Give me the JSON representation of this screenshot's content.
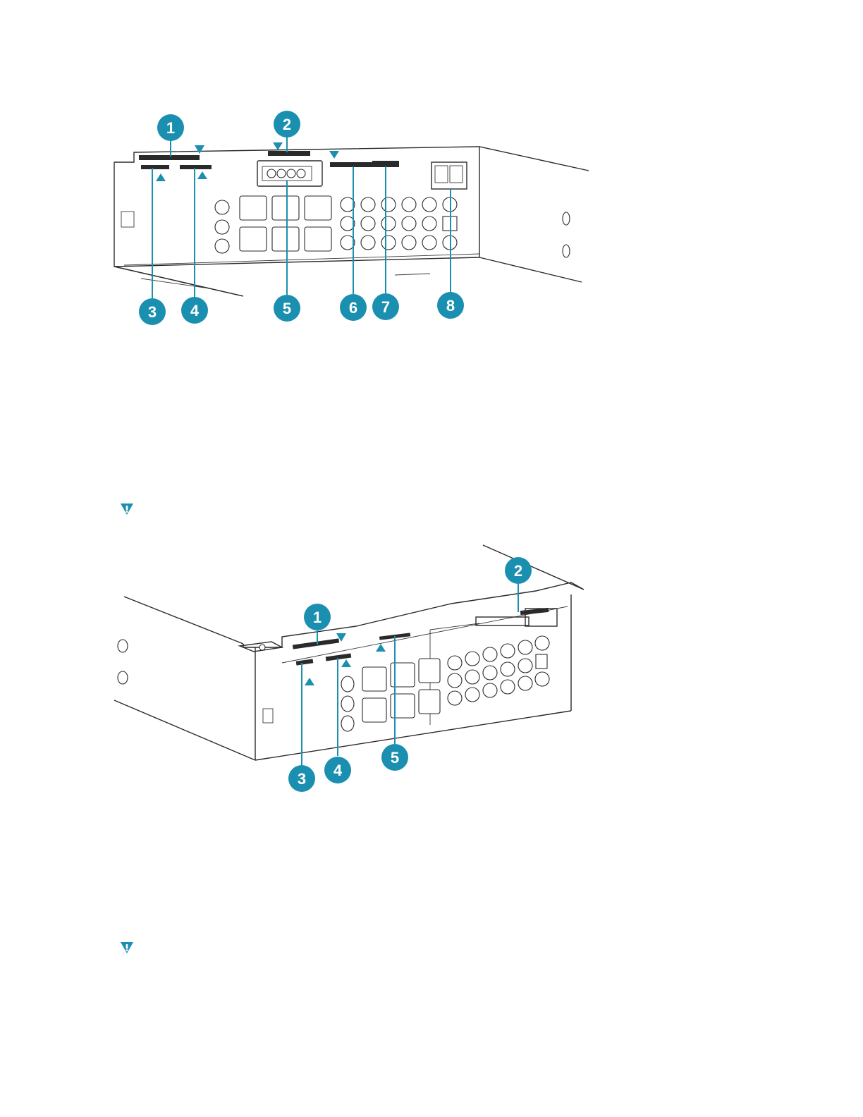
{
  "figures": [
    {
      "id": "fig1",
      "callouts": [
        "1",
        "2",
        "3",
        "4",
        "5",
        "6",
        "7",
        "8"
      ]
    },
    {
      "id": "fig2",
      "callouts": [
        "1",
        "2",
        "3",
        "4",
        "5"
      ]
    }
  ],
  "colors": {
    "accent": "#1a8fb0",
    "line": "#2a2a2a"
  },
  "icons": {
    "note": "caution-triangle-icon"
  }
}
